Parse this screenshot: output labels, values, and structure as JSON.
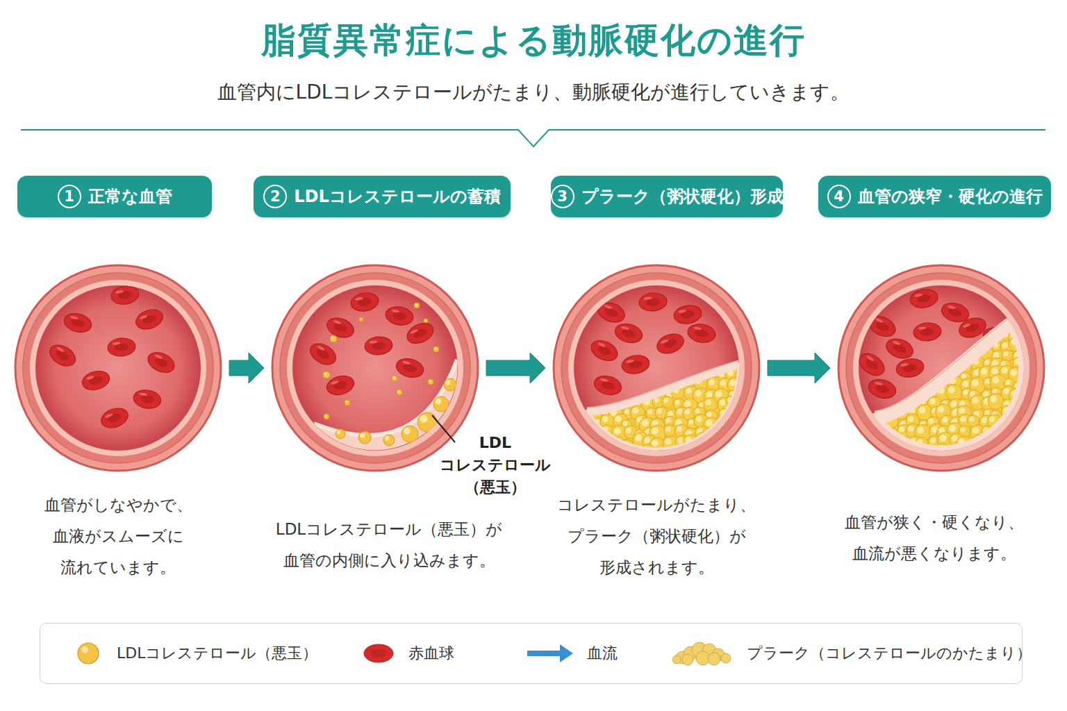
{
  "diagram": {
    "title": "脂質異常症による動脈硬化の進行",
    "caption": "血管内にLDLコレステロールがたまり、動脈硬化が進行していきます。",
    "nodes": [
      {
        "text": [
          "1",
          "正常な血管"
        ]
      },
      {
        "text": [
          "血管がしなやかで、 血液がスムーズに 流れています。"
        ]
      },
      {
        "text": [
          "2",
          "LDLコレステロールの蓄積"
        ]
      },
      {
        "text": [
          "LDLコレステロール（悪玉）が 血管の内側に入り込みます。"
        ]
      },
      {
        "text": [
          "3",
          "プラーク（粥状硬化）形成"
        ]
      },
      {
        "text": [
          "コレステロールがたまり、 プラーク（粥状硬化）が 形成されます。"
        ]
      },
      {
        "text": [
          "4",
          "血管の狭窄・硬化の進行"
        ]
      },
      {
        "text": [
          "血管が狭く・硬くなり、 血流が悪くなります。"
        ]
      }
    ],
    "edges": [
      {
        "from": 1,
        "to": 3,
        "arrow": "to"
      },
      {
        "from": 3,
        "to": 5,
        "arrow": "to"
      },
      {
        "from": 5,
        "to": 7,
        "arrow": "to"
      }
    ],
    "labels": [
      "LDL コレステロール （悪玉）"
    ],
    "legend": [
      {
        "text": "LDLコレステロール（悪玉）",
        "color": "#f5c242"
      },
      {
        "text": "赤血球",
        "color": "#d42a2a"
      },
      {
        "text": "血流"
      },
      {
        "text": "プラーク（コレステロールのかたまり）",
        "color": "#f3d066"
      }
    ]
  }
}
